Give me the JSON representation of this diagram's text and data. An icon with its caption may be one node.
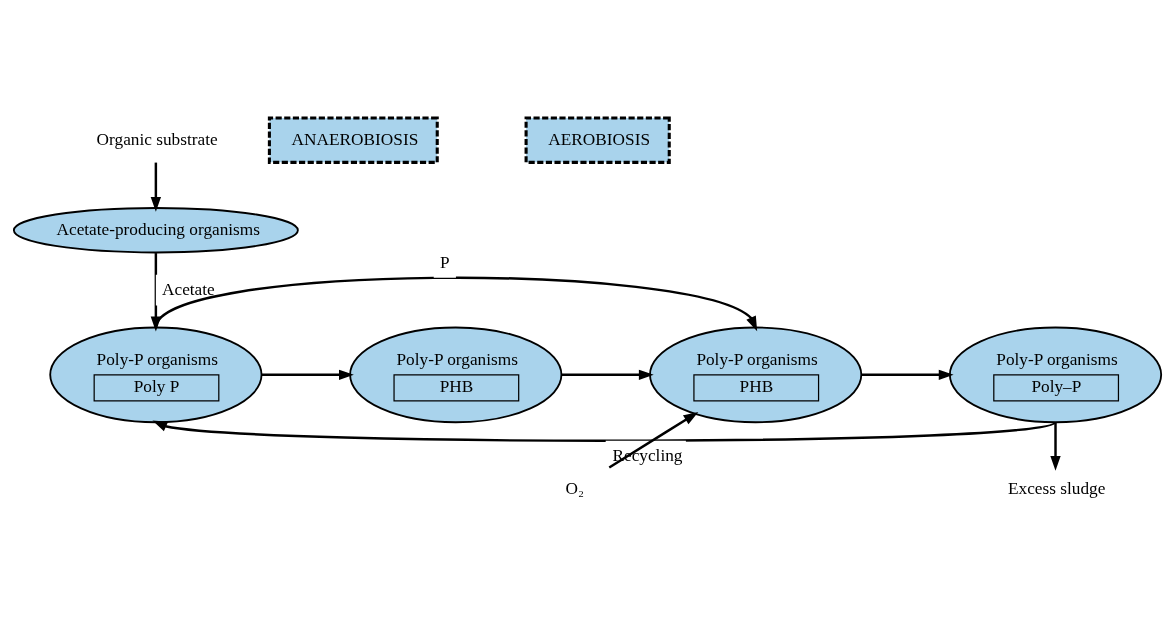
{
  "diagram": {
    "nodes": [
      {
        "text": [
          "Organic substrate"
        ]
      },
      {
        "text": [
          "Acetate-producing organisms"
        ]
      },
      {
        "text": [
          "Poly-P organisms",
          "Poly P"
        ]
      },
      {
        "text": [
          "Poly-P organisms",
          "PHB"
        ]
      },
      {
        "text": [
          "Poly-P organisms",
          "PHB"
        ]
      },
      {
        "text": [
          "Poly-P organisms",
          "Poly–P"
        ]
      },
      {
        "text": [
          "O₂"
        ]
      },
      {
        "text": [
          "Excess sludge"
        ]
      },
      {
        "text": [
          "ANAEROBIOSIS"
        ]
      },
      {
        "text": [
          "AEROBIOSIS"
        ]
      }
    ],
    "edges": [
      {
        "from": 0,
        "to": 1,
        "arrow": "to"
      },
      {
        "from": 1,
        "to": 2,
        "label": "Acetate",
        "arrow": "to"
      },
      {
        "from": 2,
        "to": 4,
        "label": "P",
        "arrow": "to"
      },
      {
        "from": 2,
        "to": 3,
        "arrow": "to"
      },
      {
        "from": 3,
        "to": 4,
        "arrow": "to"
      },
      {
        "from": 4,
        "to": 5,
        "arrow": "to"
      },
      {
        "from": 6,
        "to": 4,
        "arrow": "to"
      },
      {
        "from": 5,
        "to": 7,
        "arrow": "to"
      },
      {
        "from": 5,
        "to": 2,
        "label": "Recycling",
        "arrow": "to"
      }
    ]
  }
}
